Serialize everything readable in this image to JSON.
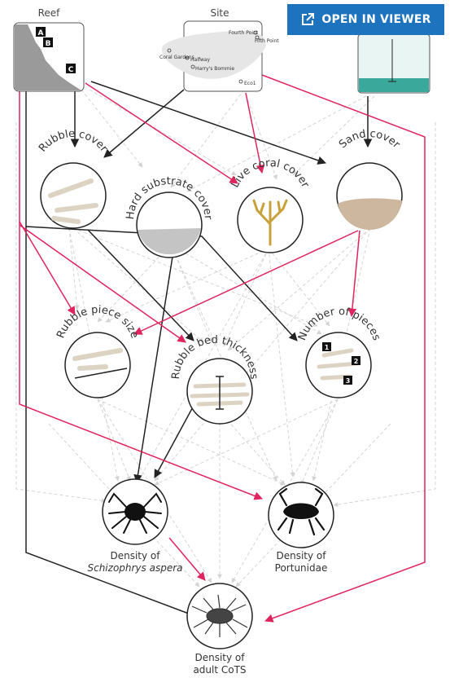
{
  "viewer": {
    "button_label": "OPEN IN VIEWER",
    "icon": "external-link-icon"
  },
  "colors": {
    "black_arrow": "#222222",
    "red_arrow": "#e0245e",
    "faint_arrow": "#cfcfcf",
    "water": "#3aa89a",
    "sand": "#cdb79e",
    "coral": "#c9a13a",
    "rubble": "#dcd3c3"
  },
  "top": {
    "reef": {
      "title": "Reef",
      "markers": [
        "A",
        "B",
        "C"
      ]
    },
    "site": {
      "title": "Site",
      "places": [
        "Fourth Point",
        "Fifth Point",
        "Coral Gardens",
        "Halfway",
        "Harry's Bommie",
        "Eco1"
      ]
    },
    "depth": {
      "title": ""
    }
  },
  "nodes": {
    "rubble_cover": "Rubble cover",
    "hard_substrate": "Hard substrate cover",
    "live_coral": "Live coral cover",
    "sand_cover": "Sand cover",
    "piece_size": "Rubble piece size",
    "bed_thickness": "Rubble bed thickness",
    "num_pieces": "Number of pieces",
    "num_markers": [
      "1",
      "2",
      "3"
    ]
  },
  "outputs": {
    "schizo": {
      "line1": "Density of",
      "line2": "Schizophrys aspera"
    },
    "portunidae": {
      "line1": "Density of",
      "line2": "Portunidae"
    },
    "cots": {
      "line1": "Density of",
      "line2": "adult CoTS"
    }
  }
}
